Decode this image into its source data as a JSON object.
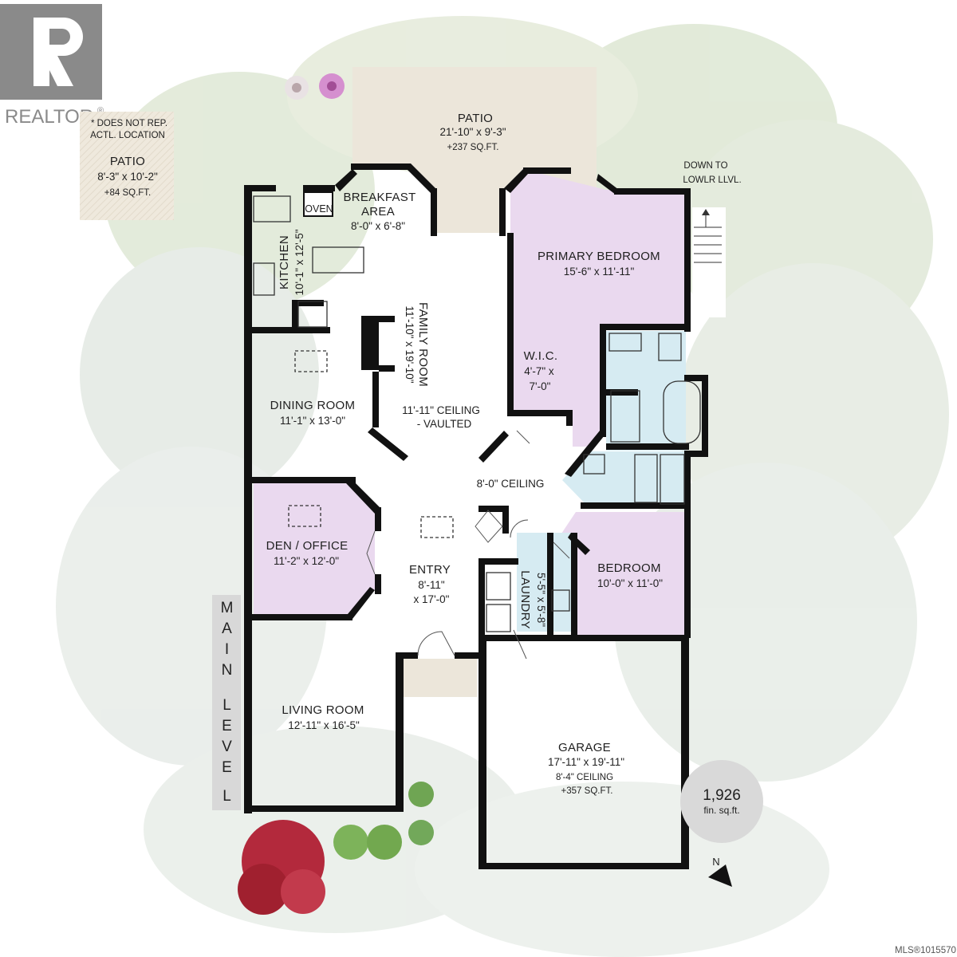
{
  "branding": {
    "logo_text": "REALTOR",
    "logo_mark": "®",
    "mls": "MLS®1015570"
  },
  "inset_patio": {
    "note1": "* DOES NOT REP.",
    "note2": "ACTL. LOCATION",
    "name": "PATIO",
    "dims": "8'-3\" x 10'-2\"",
    "area": "+84 SQ.FT."
  },
  "stairs_note": {
    "line1": "DOWN TO",
    "line2": "LOWLR LLVL."
  },
  "level_label": [
    "M",
    "A",
    "I",
    "N",
    "L",
    "E",
    "V",
    "E",
    "L"
  ],
  "total": {
    "value": "1,926",
    "unit": "fin. sq.ft."
  },
  "north": "N",
  "rooms": {
    "patio": {
      "name": "PATIO",
      "dims": "21'-10\" x 9'-3\"",
      "area": "+237 SQ.FT."
    },
    "breakfast": {
      "name1": "BREAKFAST",
      "name2": "AREA",
      "dims": "8'-0\" x 6'-8\""
    },
    "oven": "OVEN",
    "kitchen": {
      "name": "KITCHEN",
      "dims": "10'-1\" x 12'-5\""
    },
    "primary": {
      "name": "PRIMARY BEDROOM",
      "dims": "15'-6\" x 11'-11\""
    },
    "family": {
      "name": "FAMILY ROOM",
      "dims": "11'-10\" x 19'-10\""
    },
    "family_ceiling": {
      "line1": "11'-11\" CEILING",
      "line2": "- VAULTED"
    },
    "wic": {
      "name": "W.I.C.",
      "dims1": "4'-7\" x",
      "dims2": "7'-0\""
    },
    "dining": {
      "name": "DINING ROOM",
      "dims": "11'-1\" x 13'-0\""
    },
    "hall_ceiling": "8'-0\" CEILING",
    "den": {
      "name": "DEN / OFFICE",
      "dims": "11'-2\" x 12'-0\""
    },
    "entry": {
      "name": "ENTRY",
      "dims1": "8'-11\"",
      "dims2": "x 17'-0\""
    },
    "laundry": {
      "name": "LAUNDRY",
      "dims": "5'-5\" x 5'-8\""
    },
    "bedroom": {
      "name": "BEDROOM",
      "dims": "10'-0\" x 11'-0\""
    },
    "living": {
      "name": "LIVING ROOM",
      "dims": "12'-11\" x 16'-5\""
    },
    "garage": {
      "name": "GARAGE",
      "dims": "17'-11\" x 19'-11\"",
      "ceiling": "8'-4\" CEILING",
      "area": "+357 SQ.FT."
    }
  },
  "colors": {
    "bedroom_fill": "#ead9ef",
    "bath_fill": "#d6ebf2",
    "patio_fill": "#ece6da",
    "wall": "#111111",
    "foliage": "#dfe6da"
  }
}
